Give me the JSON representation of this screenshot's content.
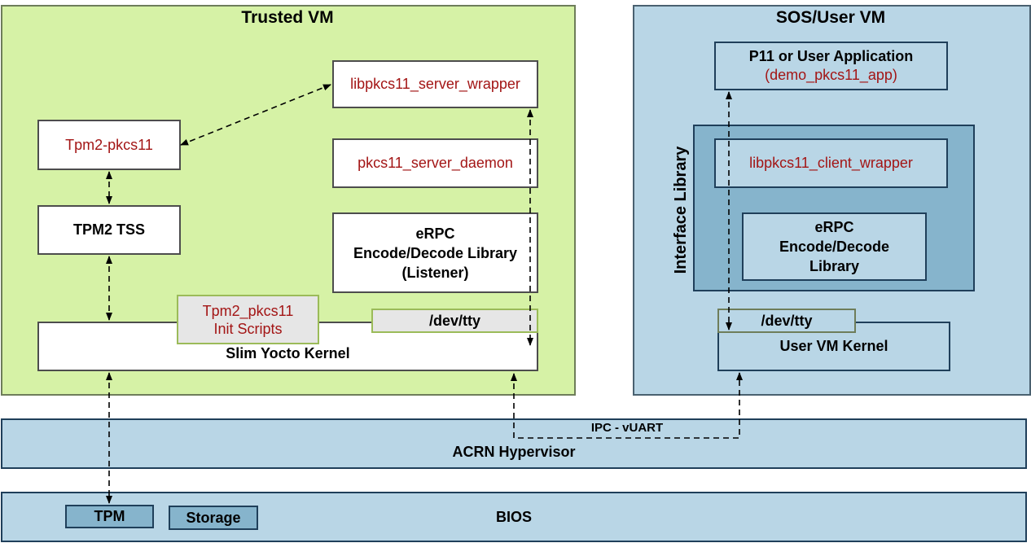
{
  "trusted_vm": {
    "title": "Trusted VM",
    "server_wrapper": "libpkcs11_server_wrapper",
    "tpm2_pkcs11": "Tpm2-pkcs11",
    "server_daemon": "pkcs11_server_daemon",
    "tss": "TPM2 TSS",
    "erpc": [
      "eRPC",
      "Encode/Decode Library",
      "(Listener)"
    ],
    "init_scripts": [
      "Tpm2_pkcs11",
      "Init Scripts"
    ],
    "dev_tty": "/dev/tty",
    "kernel": "Slim Yocto Kernel"
  },
  "user_vm": {
    "title": "SOS/User VM",
    "app": [
      "P11 or User Application",
      "(demo_pkcs11_app)"
    ],
    "interface_library": "Interface Library",
    "client_wrapper": "libpkcs11_client_wrapper",
    "erpc": [
      "eRPC",
      "Encode/Decode",
      "Library"
    ],
    "dev_tty": "/dev/tty",
    "kernel": "User VM Kernel"
  },
  "hypervisor": {
    "label": "ACRN Hypervisor",
    "ipc_label": "IPC - vUART"
  },
  "bios": {
    "label": "BIOS",
    "tpm": "TPM",
    "storage": "Storage"
  },
  "colors": {
    "trusted_vm_bg": "#d6f2a6",
    "trusted_vm_border": "#6e7d5a",
    "user_vm_bg": "#b9d6e6",
    "interface_lib_bg": "#86b4cc",
    "hypervisor_bg": "#b9d6e6",
    "tty_bg": "#e6e6e6",
    "accent_text": "#a31515"
  }
}
